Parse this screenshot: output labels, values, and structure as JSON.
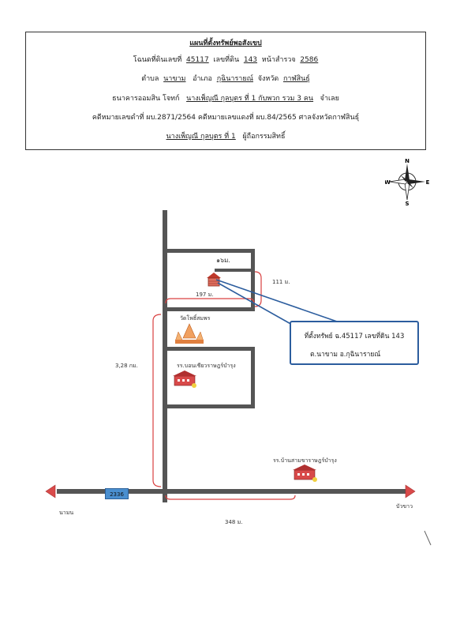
{
  "header": {
    "title": "แผนที่ตั้งทรัพย์พอสังเขป",
    "deed_prefix": "โฉนดที่ดินเลขที่",
    "deed_no": "45117",
    "land_no_label": "เลขที่ดิน",
    "land_no": "143",
    "survey_label": "หน้าสำรวจ",
    "survey_no": "2586",
    "tambon_label": "ตำบล",
    "tambon": "นาขาม",
    "amphoe_label": "อำเภอ",
    "amphoe": "กุฉินารายณ์",
    "province_label": "จังหวัด",
    "province": "กาฬสินธุ์",
    "plaintiff": "ธนาคารออมสิน  โจทก์",
    "defendant": "นางเพ็ญณี กุลบุตร ที่ 1 กับพวก รวม 3 คน",
    "defendant_suffix": "จำเลย",
    "case_line": "คดีหมายเลขดำที่ ผบ.2871/2564   คดีหมายเลขแดงที่ ผบ.84/2565  ศาลจังหวัดกาฬสินธุ์",
    "owner": "นางเพ็ญณี กุลบุตร ที่ 1",
    "owner_suffix": "ผู้ถือกรรมสิทธิ์"
  },
  "compass": {
    "n": "N",
    "s": "S",
    "e": "E",
    "w": "W"
  },
  "map": {
    "dist_top": "๑๖ม.",
    "dist_right": "111 ม.",
    "dist_mid": "197 ม.",
    "dist_left": "3,28 กม.",
    "dist_bottom": "348 ม.",
    "temple": "วัดโพธิ์สมพร",
    "school_1": "รร.บอนเชียวราษฎร์บำรุง",
    "school_2": "รร.บ้านสามขาราษฎร์บำรุง",
    "road_no": "2336",
    "dest_left": "นามน",
    "dest_right": "บัวขาว"
  },
  "callout": {
    "line1": "ที่ตั้งทรัพย์ ฉ.45117  เลขที่ดิน 143",
    "line2": "ต.นาขาม อ.กุฉินารายณ์"
  },
  "colors": {
    "road": "#555555",
    "dimension": "#d94040",
    "pointer": "#2c5d9e",
    "road_label_bg": "#4a8fd0",
    "arrow": "#d94a4a"
  }
}
